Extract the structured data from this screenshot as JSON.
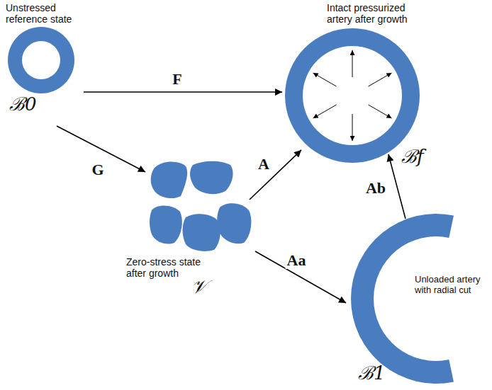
{
  "diagram": {
    "nodes": [
      {
        "text": [
          "Unstressed reference state",
          "ℬ0"
        ]
      },
      {
        "text": [
          "Intact pressurized artery after growth",
          "ℬf"
        ]
      },
      {
        "text": [
          "Zero-stress state after growth",
          "𝒱"
        ]
      },
      {
        "text": [
          "Unloaded artery with radial cut",
          "ℬ1"
        ]
      }
    ],
    "edges": [
      {
        "from": 0,
        "to": 1,
        "label": "F",
        "arrow": "to"
      },
      {
        "from": 0,
        "to": 2,
        "label": "G",
        "arrow": "to"
      },
      {
        "from": 2,
        "to": 1,
        "label": "A",
        "arrow": "to"
      },
      {
        "from": 2,
        "to": 3,
        "label": "Aa",
        "arrow": "to"
      },
      {
        "from": 3,
        "to": 1,
        "label": "Ab",
        "arrow": "to"
      }
    ]
  }
}
